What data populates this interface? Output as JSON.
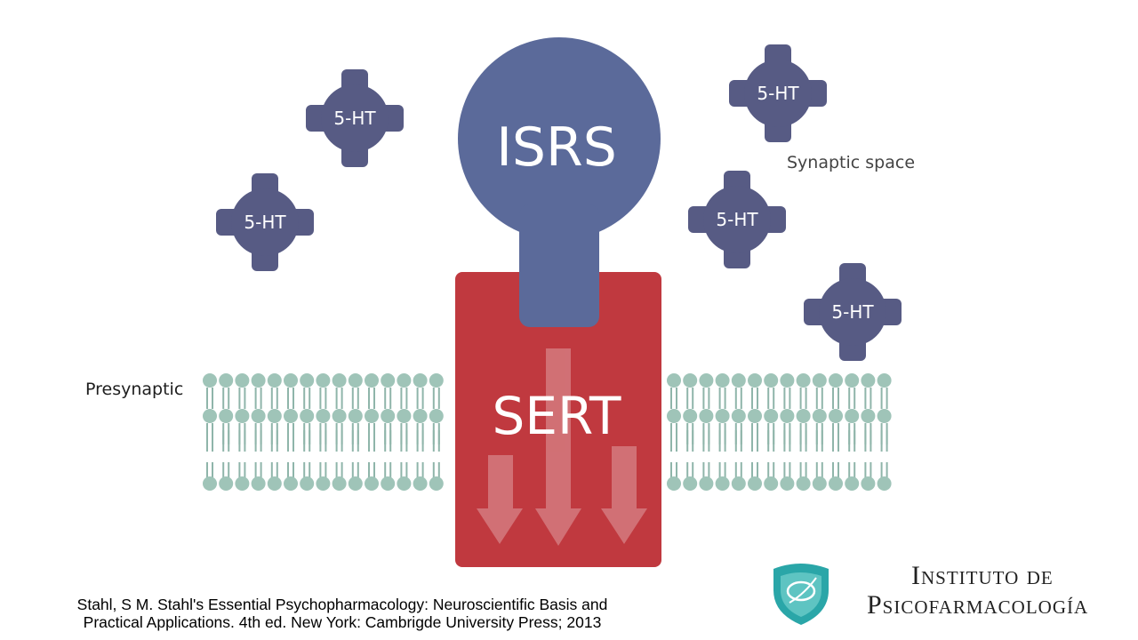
{
  "diagram": {
    "drug_label": "ISRS",
    "transporter_label": "SERT",
    "molecule_label": "5-HT",
    "molecules": [
      "5-HT",
      "5-HT",
      "5-HT",
      "5-HT",
      "5-HT"
    ],
    "synaptic_label": "Synaptic space",
    "presynaptic_label": "Presynaptic"
  },
  "citation": {
    "line1": "Stahl, S M. Stahl's Essential Psychopharmacology: Neuroscientific Basis and",
    "line2": "Practical Applications. 4th ed. New York: Cambrigde University Press; 2013"
  },
  "brand": {
    "line1": "Instituto de",
    "line2": "Psicofarmacología"
  },
  "colors": {
    "isrs": "#5b6a9a",
    "molecule": "#575b84",
    "sert": "#c0393f",
    "lipid_head": "#9fc4b8",
    "lipid_tail": "#8fb5aa",
    "logo": "#2aa6a8"
  }
}
